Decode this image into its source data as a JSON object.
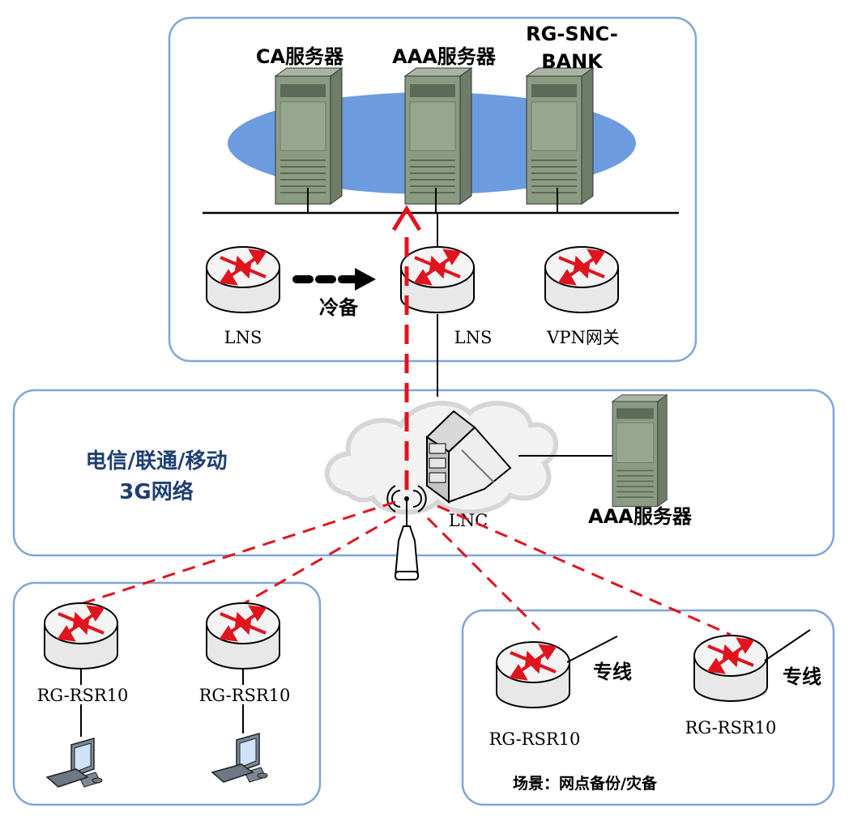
{
  "zones": {
    "datacenter": {
      "name": "datacenter-zone"
    },
    "carrier": {
      "label_line1": "电信/联通/移动",
      "label_line2": "3G网络"
    },
    "branch_left": {
      "name": "branch-left-zone"
    },
    "branch_right": {
      "scenario": "场景：网点备份/灾备"
    }
  },
  "servers": {
    "ca": "CA服务器",
    "aaa": "AAA服务器",
    "snc_line1": "RG-SNC-",
    "snc_line2": "BANK",
    "aaa_carrier": "AAA服务器"
  },
  "routers": {
    "lns_backup": "LNS",
    "lns_main": "LNS",
    "vpn": "VPN网关",
    "lnc": "LNC",
    "rsr_1": "RG-RSR10",
    "rsr_2": "RG-RSR10",
    "rsr_3": "RG-RSR10",
    "rsr_4": "RG-RSR10"
  },
  "annotations": {
    "cold_backup": "冷备",
    "leased_line_1": "专线",
    "leased_line_2": "专线"
  },
  "colors": {
    "zone_border": "#7ea6d8",
    "ellipse": "#6d9be0",
    "server_body": "#8b9b82",
    "router_arrow": "#e0141e",
    "tunnel_line": "#e0141e"
  }
}
